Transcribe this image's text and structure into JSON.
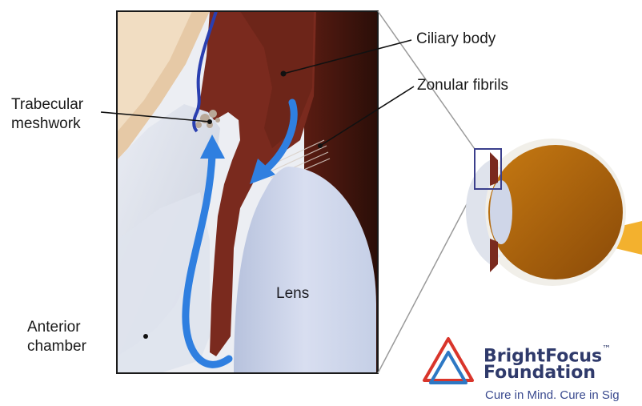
{
  "labels": {
    "ciliary_body": "Ciliary body",
    "zonular_fibrils": "Zonular fibrils",
    "trabecular_meshwork_line1": "Trabecular",
    "trabecular_meshwork_line2": "meshwork",
    "anterior_chamber_line1": "Anterior",
    "anterior_chamber_line2": "chamber",
    "lens": "Lens"
  },
  "logo": {
    "name_line1": "BrightFocus",
    "trademark": "™",
    "name_line2": "Foundation",
    "tagline": "Cure in Mind. Cure in Sig"
  },
  "colors": {
    "ciliary_tissue": "#7a2a1e",
    "iris_dark": "#3e1610",
    "flow_arrow": "#2f7fe0",
    "lens_fill": "#c9d3ea",
    "cornea_fill": "#d7dbe6",
    "eyeball_orange": "#b8690c",
    "logo_red": "#d9352b",
    "logo_blue": "#2d78c4",
    "logo_text": "#2f3a6b"
  }
}
